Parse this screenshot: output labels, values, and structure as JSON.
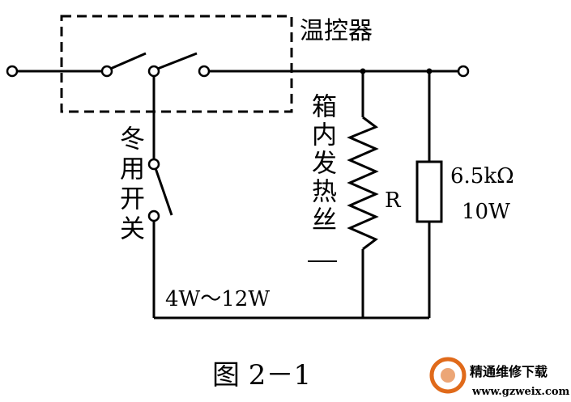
{
  "labels": {
    "thermostat": "温控器",
    "winter_switch": "冬用开关",
    "heating_wire": "箱内发热丝",
    "resistor_name": "R",
    "resistor_value": "6.5kΩ",
    "resistor_power": "10W",
    "power_range": "4W～12W"
  },
  "caption": "图 2－1",
  "watermark": {
    "name": "精通维修下载",
    "url": "www.gzweix.com",
    "color": "#e06a1a"
  }
}
